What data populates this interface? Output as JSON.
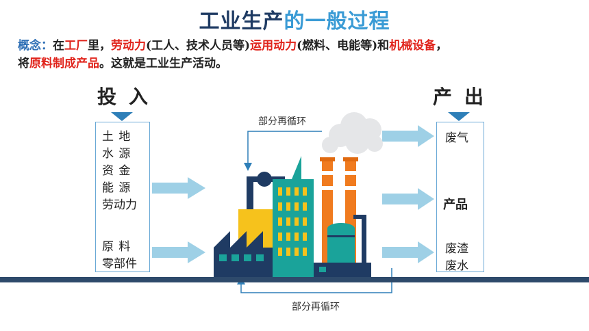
{
  "title": {
    "part1": "工业生产",
    "part2": "的一般过程"
  },
  "concept": {
    "label": "概念：",
    "segments": [
      {
        "text": "在",
        "style": "normal"
      },
      {
        "text": "工厂",
        "style": "red"
      },
      {
        "text": "里，",
        "style": "normal"
      },
      {
        "text": "劳动力",
        "style": "red"
      },
      {
        "text": "(工人、技术人员等)",
        "style": "normal"
      },
      {
        "text": "运用动力",
        "style": "red"
      },
      {
        "text": "(燃料、电能等)和",
        "style": "normal"
      },
      {
        "text": "机械设备",
        "style": "red"
      },
      {
        "text": "，",
        "style": "normal"
      },
      {
        "text": "将",
        "style": "normal"
      },
      {
        "text": "原料",
        "style": "red"
      },
      {
        "text": "制成产品",
        "style": "red"
      },
      {
        "text": "。这就是工业生产活动。",
        "style": "normal"
      }
    ]
  },
  "input": {
    "header": "投入",
    "items": [
      "土  地",
      "水  源",
      "资  金",
      "能  源",
      "劳动力",
      "原  料",
      "零部件"
    ]
  },
  "output": {
    "header": "产出",
    "items": [
      "废气",
      "产品",
      "废渣",
      "废水"
    ]
  },
  "loops": {
    "top": "部分再循环",
    "bottom": "部分再循环"
  },
  "colors": {
    "arrow": "#9ed0e6",
    "factory_dark": "#1f3b63",
    "factory_teal": "#1aa39a",
    "factory_yellow": "#f6c21c",
    "chimney_orange": "#f07b1f",
    "ground": "#2e4a6b"
  }
}
